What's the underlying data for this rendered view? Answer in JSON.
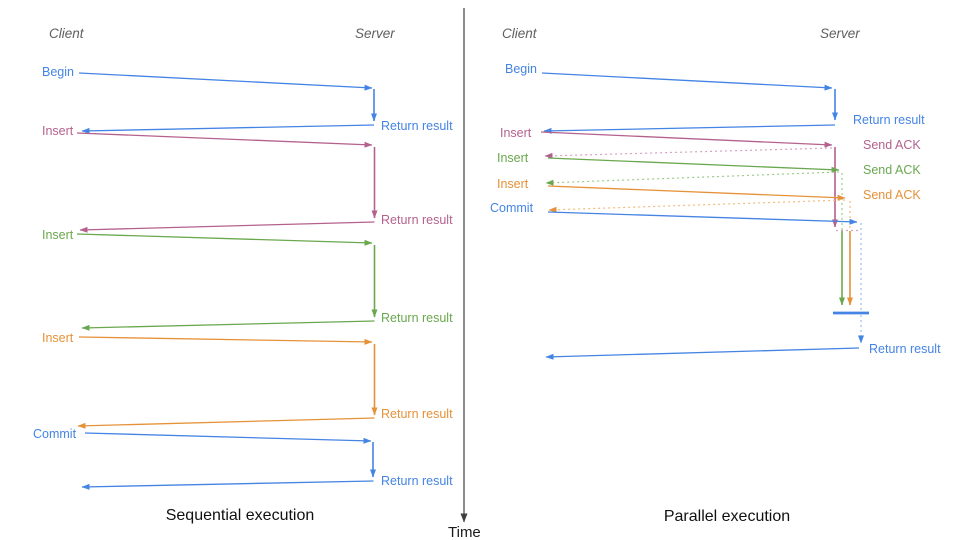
{
  "colors": {
    "blue": "#4484e4",
    "blue_light": "#9bbcf2",
    "magenta": "#b4618d",
    "magenta_light": "#d6a3c1",
    "green": "#6aa84f",
    "green_light": "#9ccb87",
    "orange": "#e69138",
    "orange_light": "#f3bc7c",
    "axis": "#3f3f3f",
    "header_text": "#5f5f5f"
  },
  "time_axis": {
    "label": "Time"
  },
  "left_panel": {
    "title": "Sequential execution",
    "client": "Client",
    "server": "Server",
    "ops": [
      {
        "label": "Begin",
        "color": "blue",
        "result": "Return result"
      },
      {
        "label": "Insert",
        "color": "magenta",
        "result": "Return result"
      },
      {
        "label": "Insert",
        "color": "green",
        "result": "Return result"
      },
      {
        "label": "Insert",
        "color": "orange",
        "result": "Return result"
      },
      {
        "label": "Commit",
        "color": "blue",
        "result": "Return result"
      }
    ]
  },
  "right_panel": {
    "title": "Parallel execution",
    "client": "Client",
    "server": "Server",
    "ops": [
      {
        "label": "Begin",
        "color": "blue",
        "result": "Return result"
      },
      {
        "label": "Insert",
        "color": "magenta",
        "result": "Send ACK"
      },
      {
        "label": "Insert",
        "color": "green",
        "result": "Send ACK"
      },
      {
        "label": "Insert",
        "color": "orange",
        "result": "Send ACK"
      },
      {
        "label": "Commit",
        "color": "blue",
        "result": "Return result"
      }
    ]
  }
}
